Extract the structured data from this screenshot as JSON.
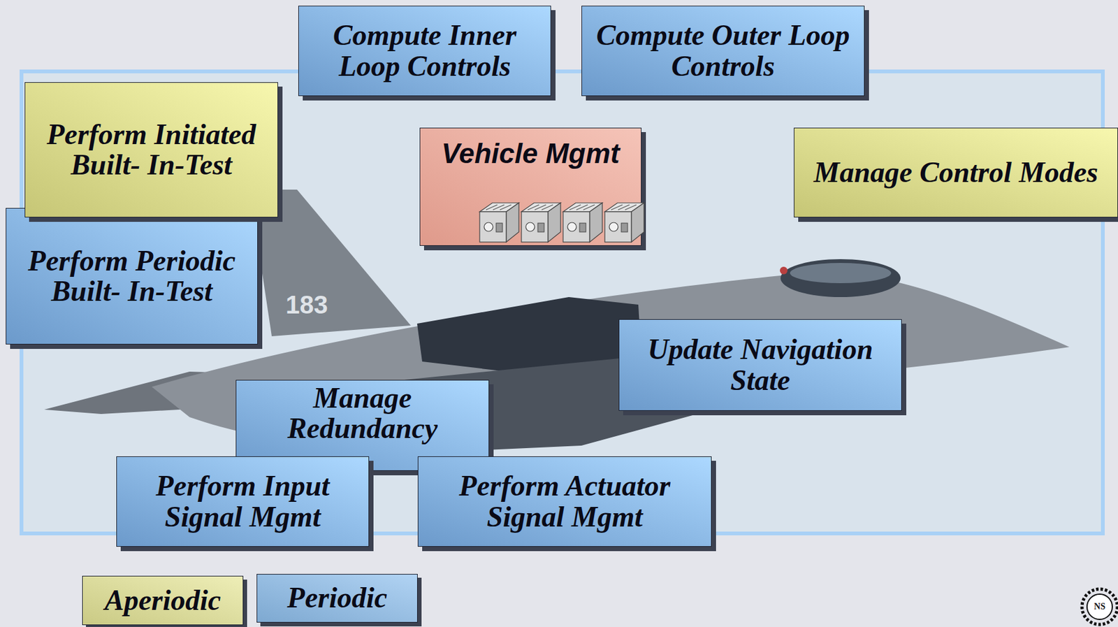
{
  "diagram": {
    "nodes": [
      {
        "text": [
          "Compute Inner Loop Controls"
        ]
      },
      {
        "text": [
          "Compute Outer Loop Controls"
        ]
      },
      {
        "text": [
          "Perform Initiated Built- In-Test"
        ]
      },
      {
        "text": [
          "Vehicle Mgmt"
        ]
      },
      {
        "text": [
          "Manage Control Modes"
        ]
      },
      {
        "text": [
          "Perform Periodic Built- In-Test"
        ]
      },
      {
        "text": [
          "Update Navigation State"
        ]
      },
      {
        "text": [
          "Manage Redundancy"
        ]
      },
      {
        "text": [
          "Perform Input Signal Mgmt"
        ]
      },
      {
        "text": [
          "Perform Actuator Signal Mgmt"
        ]
      }
    ],
    "labels": [
      "183",
      "NS"
    ],
    "legend": [
      {
        "text": "Aperiodic",
        "color": "#e6e697"
      },
      {
        "text": "Periodic",
        "color": "#8fc0ee"
      }
    ]
  }
}
